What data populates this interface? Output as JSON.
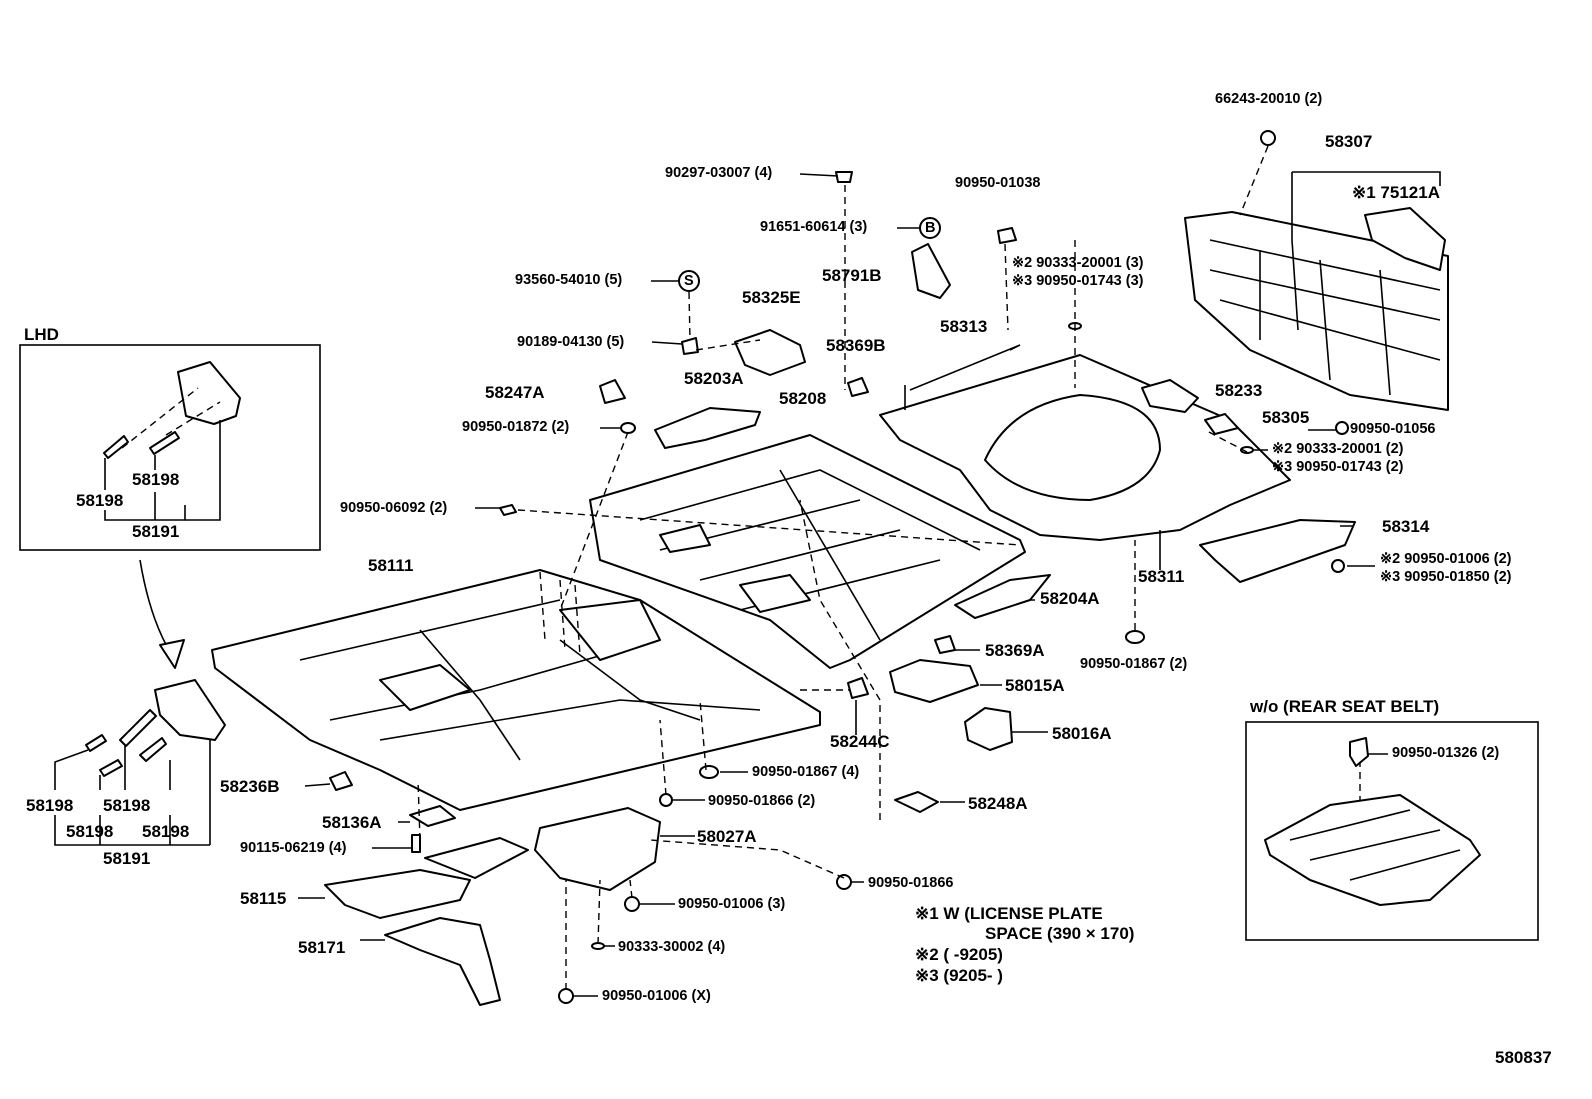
{
  "figure_id": "580837",
  "part_labels": [
    "66243-20010 (2)",
    "58307",
    "※1 75121A",
    "90297-03007 (4)",
    "90950-01038",
    "91651-60614 (3)",
    "58791B",
    "※2 90333-20001 (3)",
    "※3 90950-01743 (3)",
    "93560-54010 (5)",
    "58325E",
    "58313",
    "90189-04130 (5)",
    "58369B",
    "58203A",
    "58247A",
    "58208",
    "58233",
    "58305",
    "90950-01056",
    "90950-01872 (2)",
    "※2 90333-20001 (2)",
    "※3 90950-01743 (2)",
    "90950-06092 (2)",
    "58314",
    "※2 90950-01006 (2)",
    "※3 90950-01850 (2)",
    "58311",
    "58111",
    "58204A",
    "58369A",
    "90950-01867 (2)",
    "58015A",
    "58016A",
    "58244C",
    "58236B",
    "90950-01867 (4)",
    "90950-01866 (2)",
    "58248A",
    "58136A",
    "58027A",
    "90115-06219 (4)",
    "90950-01866",
    "58115",
    "90950-01006 (3)",
    "58171",
    "90333-30002 (4)",
    "90950-01006 (X)",
    "90950-01326 (2)"
  ],
  "lhd_box": {
    "title": "LHD",
    "labels": [
      "58198",
      "58198",
      "58191"
    ]
  },
  "lhd_lower_labels": [
    "58198",
    "58198",
    "58198",
    "58198",
    "58191"
  ],
  "rear_seat_box": {
    "title": "w/o (REAR SEAT BELT)"
  },
  "notes": [
    "※1 W (LICENSE PLATE",
    "SPACE (390 × 170)",
    "※2 (        -9205)",
    "※3 (9205-        )"
  ],
  "markers": {
    "s": "S",
    "b": "B"
  }
}
